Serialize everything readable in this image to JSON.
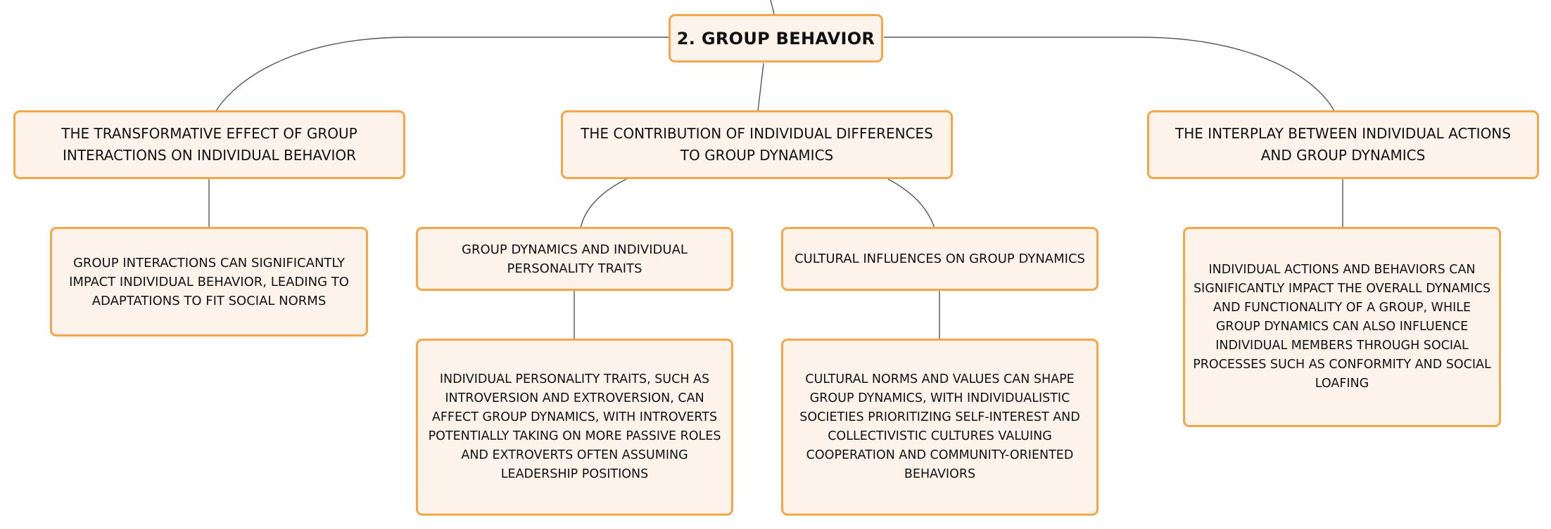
{
  "root": {
    "label": "2. GROUP BEHAVIOR"
  },
  "topics": [
    {
      "label": "THE TRANSFORMATIVE EFFECT OF GROUP INTERACTIONS ON INDIVIDUAL BEHAVIOR",
      "children": [
        {
          "label": "GROUP INTERACTIONS CAN SIGNIFICANTLY IMPACT INDIVIDUAL BEHAVIOR, LEADING TO ADAPTATIONS TO FIT SOCIAL NORMS"
        }
      ]
    },
    {
      "label": "THE CONTRIBUTION OF INDIVIDUAL DIFFERENCES TO GROUP DYNAMICS",
      "children": [
        {
          "label": "GROUP DYNAMICS AND INDIVIDUAL PERSONALITY TRAITS",
          "detail": "INDIVIDUAL PERSONALITY TRAITS, SUCH AS INTROVERSION AND EXTROVERSION, CAN AFFECT GROUP DYNAMICS, WITH INTROVERTS POTENTIALLY TAKING ON MORE PASSIVE ROLES AND EXTROVERTS OFTEN ASSUMING LEADERSHIP POSITIONS"
        },
        {
          "label": "CULTURAL INFLUENCES ON GROUP DYNAMICS",
          "detail": "CULTURAL NORMS AND VALUES CAN SHAPE GROUP DYNAMICS, WITH INDIVIDUALISTIC SOCIETIES PRIORITIZING SELF-INTEREST AND COLLECTIVISTIC CULTURES VALUING COOPERATION AND COMMUNITY-ORIENTED BEHAVIORS"
        }
      ]
    },
    {
      "label": "THE INTERPLAY BETWEEN INDIVIDUAL ACTIONS AND GROUP DYNAMICS",
      "children": [
        {
          "label": "INDIVIDUAL ACTIONS AND BEHAVIORS CAN SIGNIFICANTLY IMPACT THE OVERALL DYNAMICS AND FUNCTIONALITY OF A GROUP, WHILE GROUP DYNAMICS CAN ALSO INFLUENCE INDIVIDUAL MEMBERS THROUGH SOCIAL PROCESSES SUCH AS CONFORMITY AND SOCIAL LOAFING"
        }
      ]
    }
  ],
  "colors": {
    "node_fill": "#fdf3ea",
    "node_border": "#f5a649",
    "connector": "#555555",
    "text": "#111111"
  }
}
